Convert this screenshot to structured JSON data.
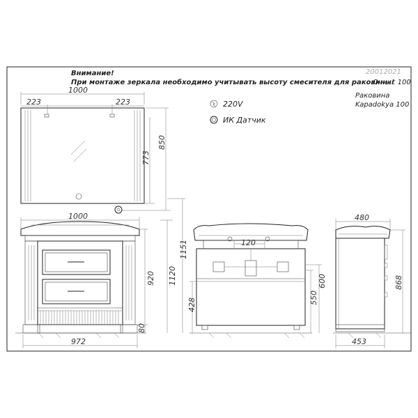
{
  "notes": {
    "warning_title": "Внимание!",
    "warning_text": "При монтаже зеркала необходимо учитывать высоту смесителя для раковины!",
    "code": "20012021",
    "product": "Оникс 100",
    "sink_label": "Раковина",
    "sink_model": "Kapadokya 100"
  },
  "legend": {
    "power_text": "220V",
    "sensor_text": "ИК  Датчик",
    "power_icon": "power-socket-icon",
    "sensor_icon": "ir-sensor-icon"
  },
  "dims": {
    "mirror_width": "1000",
    "mirror_left_offset": "223",
    "mirror_right_offset": "223",
    "mirror_height_850": "850",
    "mirror_height_773": "773",
    "cabinet_width": "1000",
    "plinth_width": "972",
    "height_1151": "1151",
    "height_1120": "1120",
    "height_920": "920",
    "height_80": "80",
    "height_428": "428",
    "pipe_120": "120",
    "height_600": "600",
    "height_550": "550",
    "depth_480": "480",
    "height_868": "868",
    "depth_453": "453"
  }
}
